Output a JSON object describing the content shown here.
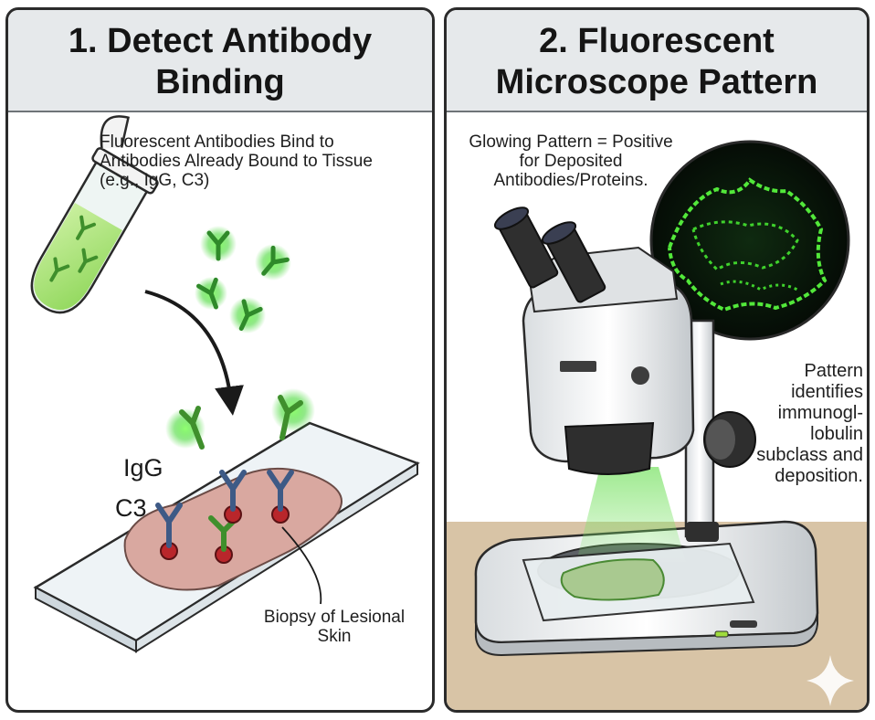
{
  "panels": [
    {
      "title_line1": "1. Detect Antibody",
      "title_line2": "Binding",
      "caption": "Fluorescent Antibodies Bind to Antibodies Already Bound to Tissue (e.g., IgG, C3)",
      "label_igg": "IgG",
      "label_c3": "C3",
      "biopsy_caption": "Biopsy of Lesional Skin"
    },
    {
      "title_line1": "2. Fluorescent",
      "title_line2": "Microscope Pattern",
      "glow_caption": "Glowing Pattern = Positive for Deposited Antibodies/Proteins.",
      "pattern_caption": "Pattern identifies immunogl-lobulin subclass and deposition."
    }
  ],
  "colors": {
    "header_bg": "#e6e9eb",
    "fluorescent_green": "#39d42a",
    "tissue_pink": "#d9a8a0",
    "antibody_blue": "#3e5a86",
    "bench_tan": "#d8c4a6"
  }
}
